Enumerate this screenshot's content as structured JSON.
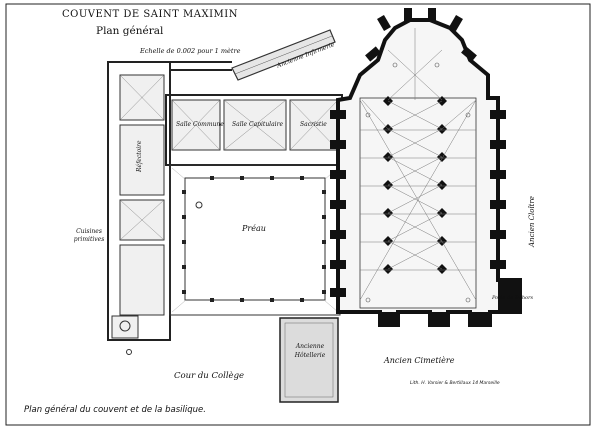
{
  "plan": {
    "title": "COUVENT DE SAINT MAXIMIN",
    "subtitle": "Plan général",
    "scale_note": "Echelle de 0.002 pour 1 mètre",
    "labels": {
      "ancienne_infirmerie": "Ancienne Infirmerie",
      "salle_commune": "Salle Commune",
      "salle_capitulaire": "Salle Capitulaire",
      "sacristie": "Sacristie",
      "refectoire": "Réfectoire",
      "cuisines_primitives": "Cuisines primitives",
      "preau": "Préau",
      "ancien_cloitre": "Ancien Cloître",
      "porte_dehors": "Porte de Dehors",
      "ancienne_hotellerie": "Ancienne Hôtellerie",
      "cour_du_college": "Cour du Collège",
      "ancien_cimetiere": "Ancien Cimetière"
    },
    "printer": "Lith. H. Varsier & Bertillaux 14 Marseille",
    "caption": "Plan général du couvent et de la basilique."
  }
}
